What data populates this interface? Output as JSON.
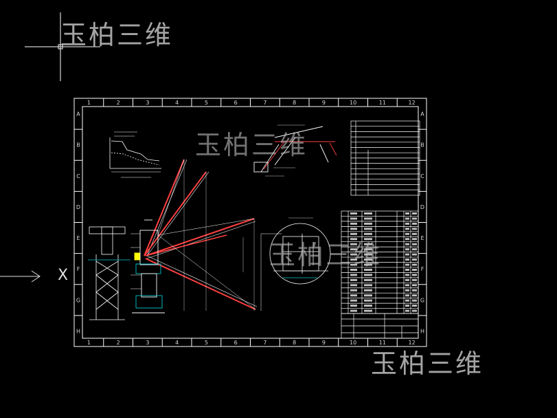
{
  "watermarks": [
    "玉柏三维",
    "玉柏三维",
    "玉柏三维",
    "玉柏三维"
  ],
  "ucs_axis_label": "X",
  "drawing_frame": {
    "column_numbers": [
      "1",
      "2",
      "3",
      "4",
      "5",
      "6",
      "7",
      "8",
      "9",
      "10",
      "11",
      "12"
    ],
    "row_letters": [
      "A",
      "B",
      "C",
      "D",
      "E",
      "F",
      "G",
      "H"
    ]
  },
  "colors": {
    "background": "#000000",
    "frame": "#ffffff",
    "crane_structure": "#ff4040",
    "cyan_lines": "#00c8d0",
    "yellow_marker": "#ffff00"
  }
}
